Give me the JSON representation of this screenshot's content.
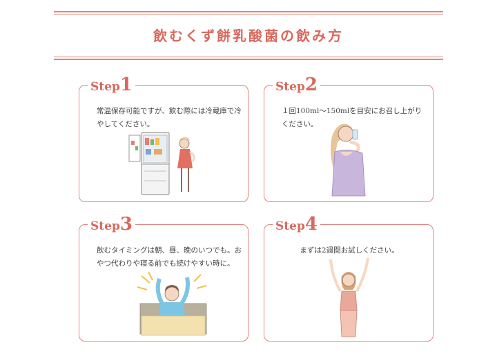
{
  "header": {
    "title": "飲むくず餅乳酸菌の飲み方"
  },
  "steps": [
    {
      "word": "Step",
      "num": "1",
      "text": "常温保存可能ですが、飲む際には冷蔵庫で冷やしてください。"
    },
    {
      "word": "Step",
      "num": "2",
      "text": "１回100ml〜150mlを目安にお召し上がりください。"
    },
    {
      "word": "Step",
      "num": "3",
      "text": "飲むタイミングは朝、昼、晩のいつでも。おやつ代わりや寝る前でも続けやすい時に。"
    },
    {
      "word": "Step",
      "num": "4",
      "text": "まずは2週間お試しください。"
    }
  ],
  "colors": {
    "accent": "#d9685c",
    "border": "#e0857b"
  }
}
